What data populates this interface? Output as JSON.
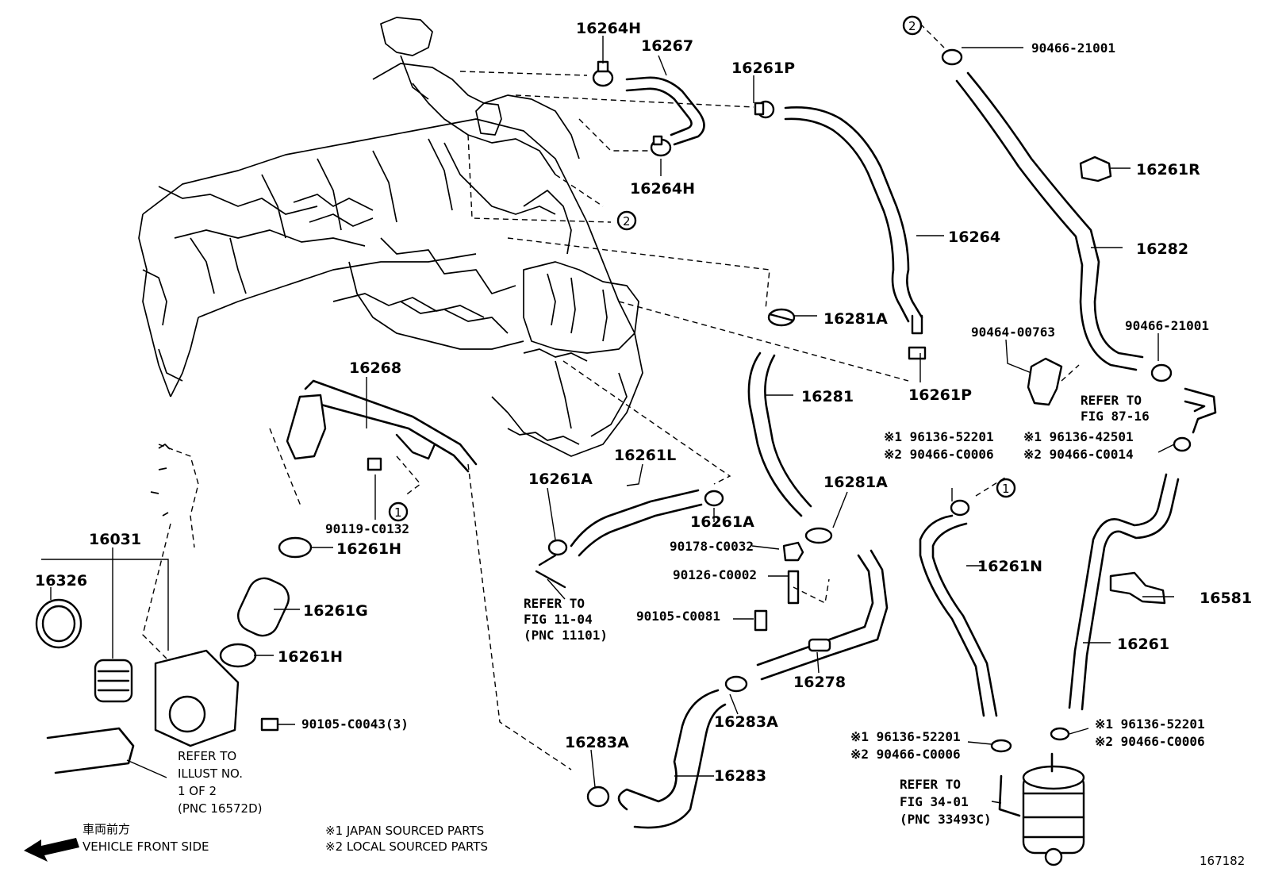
{
  "callouts": {
    "c16264H_top": "16264H",
    "c16267": "16267",
    "c16261P_top": "16261P",
    "c16264H_bot": "16264H",
    "c90466_21001_top": "90466-21001",
    "c16261R": "16261R",
    "c16264": "16264",
    "c16282": "16282",
    "c16281A_top": "16281A",
    "c90464_00763": "90464-00763",
    "c90466_21001_mid": "90466-21001",
    "c16261P_bot": "16261P",
    "c16268": "16268",
    "c16281": "16281",
    "c16261L": "16261L",
    "c16261A_left": "16261A",
    "c16261A_right": "16261A",
    "c16281A_bot": "16281A",
    "c90119": "90119-C0132",
    "c16261H_top": "16261H",
    "c16261G": "16261G",
    "c16261H_bot": "16261H",
    "c16031": "16031",
    "c16326": "16326",
    "c90105_C0043": "90105-C0043(3)",
    "c90178": "90178-C0032",
    "c90126": "90126-C0002",
    "c90105_C0081": "90105-C0081",
    "c16278": "16278",
    "c16283A_right": "16283A",
    "c16283A_left": "16283A",
    "c16283": "16283",
    "c16261N": "16261N",
    "c16581": "16581",
    "c16261": "16261",
    "m1_a": "※1 96136-52201",
    "m2_a": "※2 90466-C0006",
    "m1_b": "※1 96136-42501",
    "m2_b": "※2 90466-C0014",
    "m1_c": "※1 96136-52201",
    "m2_c": "※2 90466-C0006",
    "m1_d": "※1 96136-52201",
    "m2_d": "※2 90466-C0006"
  },
  "refs": {
    "fig87_1": "REFER TO",
    "fig87_2": "FIG 87-16",
    "fig11_1": "REFER TO",
    "fig11_2": "FIG 11-04",
    "fig11_3": "(PNC 11101)",
    "ill_1": "REFER TO",
    "ill_2": "ILLUST NO.",
    "ill_3": "1 OF 2",
    "ill_4": "(PNC 16572D)",
    "fig34_1": "REFER TO",
    "fig34_2": "FIG 34-01",
    "fig34_3": "(PNC 33493C)"
  },
  "markers": {
    "one": "1",
    "two": "2"
  },
  "legend": {
    "front_jp": "車両前方",
    "front_en": "VEHICLE FRONT SIDE",
    "note1": "※1  JAPAN SOURCED PARTS",
    "note2": "※2  LOCAL SOURCED PARTS"
  },
  "figure_number": "167182"
}
